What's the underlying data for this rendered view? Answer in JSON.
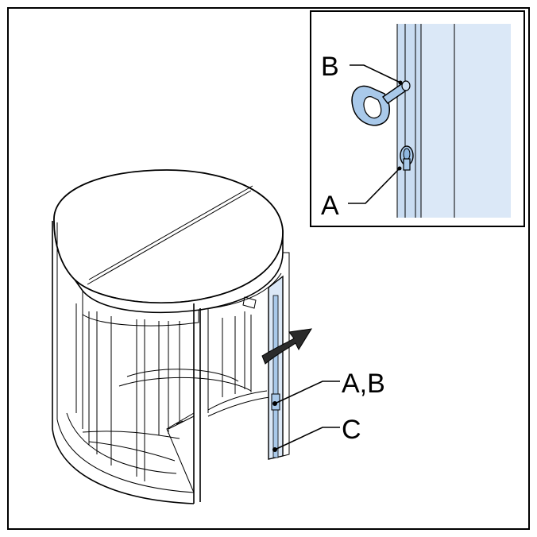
{
  "labels": {
    "inset_b": "B",
    "inset_a": "A",
    "main_ab": "A,B",
    "main_c": "C"
  },
  "colors": {
    "frame": "#000000",
    "accent_blue": "#a9c9ea",
    "light_blue": "#dbe8f7",
    "tool_blue": "#8fb7e0",
    "dark_arrow": "#2b2b2b"
  }
}
